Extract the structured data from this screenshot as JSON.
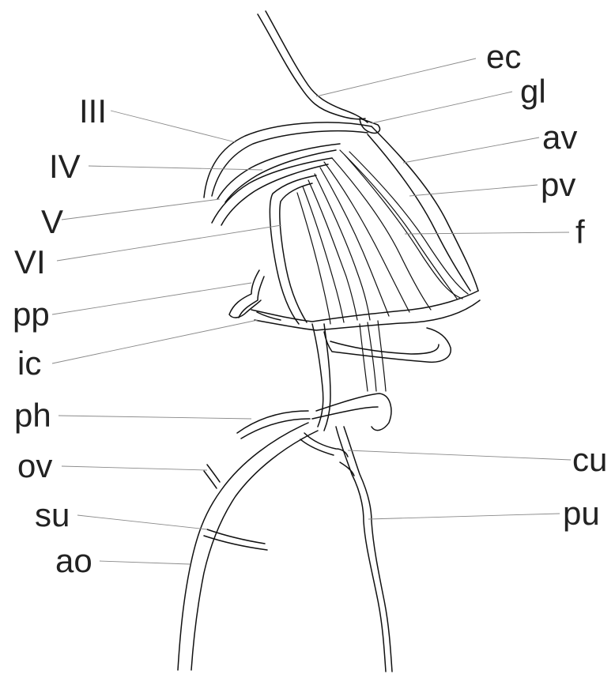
{
  "labels": {
    "ec": "ec",
    "gl": "gl",
    "av": "av",
    "pv": "pv",
    "f": "f",
    "cu": "cu",
    "pu": "pu",
    "III": "III",
    "IV": "IV",
    "V": "V",
    "VI": "VI",
    "pp": "pp",
    "ic": "ic",
    "ph": "ph",
    "ov": "ov",
    "su": "su",
    "ao": "ao"
  }
}
